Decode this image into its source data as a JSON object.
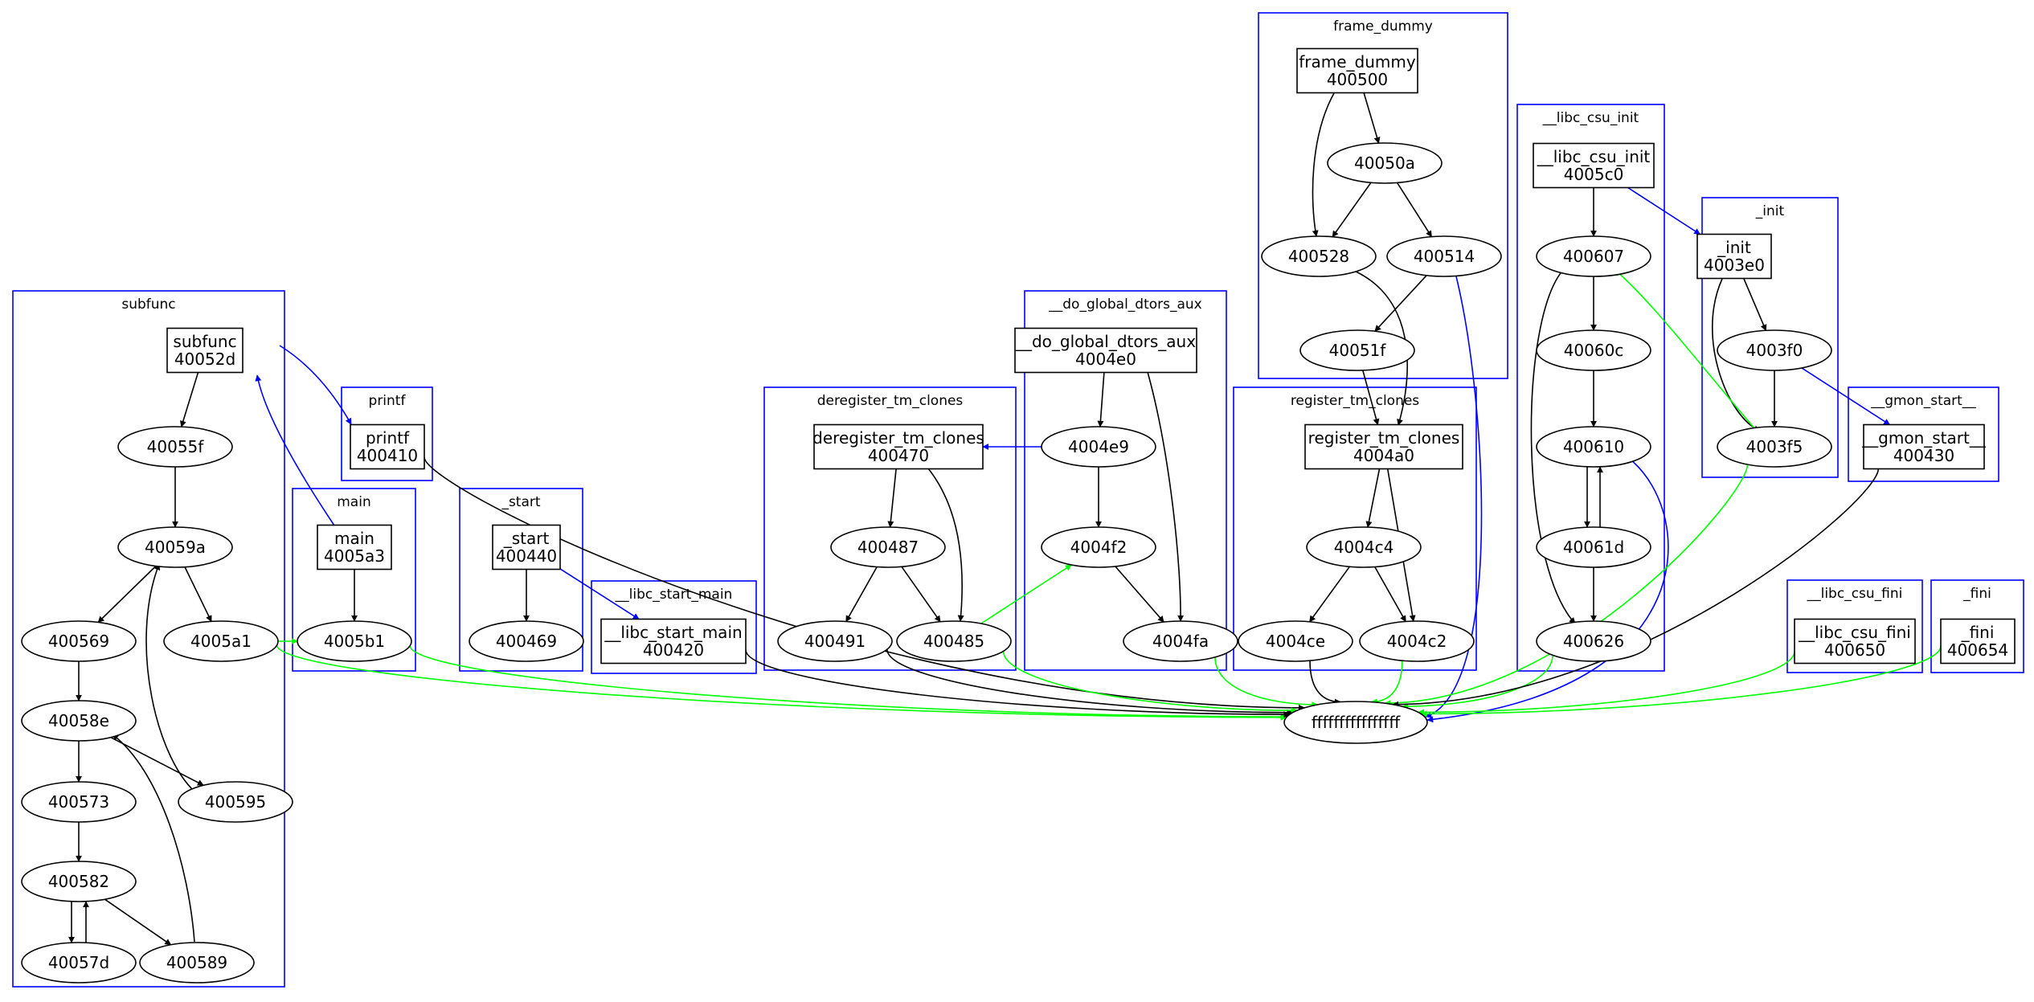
{
  "clusters": [
    {
      "id": "subfunc",
      "label": "subfunc"
    },
    {
      "id": "printf",
      "label": "printf"
    },
    {
      "id": "main",
      "label": "main"
    },
    {
      "id": "start",
      "label": "_start"
    },
    {
      "id": "libc_start_main",
      "label": "__libc_start_main"
    },
    {
      "id": "deregister_tm_clones",
      "label": "deregister_tm_clones"
    },
    {
      "id": "do_global_dtors_aux",
      "label": "__do_global_dtors_aux"
    },
    {
      "id": "frame_dummy",
      "label": "frame_dummy"
    },
    {
      "id": "register_tm_clones",
      "label": "register_tm_clones"
    },
    {
      "id": "libc_csu_init",
      "label": "__libc_csu_init"
    },
    {
      "id": "init",
      "label": "_init"
    },
    {
      "id": "gmon_start",
      "label": "__gmon_start__"
    },
    {
      "id": "libc_csu_fini",
      "label": "__libc_csu_fini"
    },
    {
      "id": "fini",
      "label": "_fini"
    }
  ],
  "nodes": [
    {
      "id": "subfunc_entry",
      "shape": "box",
      "lines": [
        "subfunc",
        "40052d"
      ]
    },
    {
      "id": "40055f",
      "shape": "ellipse",
      "lines": [
        "40055f"
      ]
    },
    {
      "id": "40059a",
      "shape": "ellipse",
      "lines": [
        "40059a"
      ]
    },
    {
      "id": "400569",
      "shape": "ellipse",
      "lines": [
        "400569"
      ]
    },
    {
      "id": "4005a1",
      "shape": "ellipse",
      "lines": [
        "4005a1"
      ]
    },
    {
      "id": "40058e",
      "shape": "ellipse",
      "lines": [
        "40058e"
      ]
    },
    {
      "id": "400573",
      "shape": "ellipse",
      "lines": [
        "400573"
      ]
    },
    {
      "id": "400595",
      "shape": "ellipse",
      "lines": [
        "400595"
      ]
    },
    {
      "id": "400582",
      "shape": "ellipse",
      "lines": [
        "400582"
      ]
    },
    {
      "id": "40057d",
      "shape": "ellipse",
      "lines": [
        "40057d"
      ]
    },
    {
      "id": "400589",
      "shape": "ellipse",
      "lines": [
        "400589"
      ]
    },
    {
      "id": "printf_entry",
      "shape": "box",
      "lines": [
        "printf",
        "400410"
      ]
    },
    {
      "id": "main_entry",
      "shape": "box",
      "lines": [
        "main",
        "4005a3"
      ]
    },
    {
      "id": "4005b1",
      "shape": "ellipse",
      "lines": [
        "4005b1"
      ]
    },
    {
      "id": "start_entry",
      "shape": "box",
      "color": "#ff0000",
      "lines": [
        "_start",
        "400440"
      ]
    },
    {
      "id": "400469",
      "shape": "ellipse",
      "lines": [
        "400469"
      ]
    },
    {
      "id": "libc_start_main_entry",
      "shape": "box",
      "lines": [
        "__libc_start_main",
        "400420"
      ]
    },
    {
      "id": "deregister_entry",
      "shape": "box",
      "lines": [
        "deregister_tm_clones",
        "400470"
      ]
    },
    {
      "id": "400487",
      "shape": "ellipse",
      "lines": [
        "400487"
      ]
    },
    {
      "id": "400491",
      "shape": "ellipse",
      "lines": [
        "400491"
      ]
    },
    {
      "id": "400485",
      "shape": "ellipse",
      "lines": [
        "400485"
      ]
    },
    {
      "id": "dtors_entry",
      "shape": "box",
      "lines": [
        "__do_global_dtors_aux",
        "4004e0"
      ]
    },
    {
      "id": "4004e9",
      "shape": "ellipse",
      "lines": [
        "4004e9"
      ]
    },
    {
      "id": "4004f2",
      "shape": "ellipse",
      "lines": [
        "4004f2"
      ]
    },
    {
      "id": "4004fa",
      "shape": "ellipse",
      "lines": [
        "4004fa"
      ]
    },
    {
      "id": "frame_dummy_entry",
      "shape": "box",
      "lines": [
        "frame_dummy",
        "400500"
      ]
    },
    {
      "id": "40050a",
      "shape": "ellipse",
      "lines": [
        "40050a"
      ]
    },
    {
      "id": "400528",
      "shape": "ellipse",
      "lines": [
        "400528"
      ]
    },
    {
      "id": "400514",
      "shape": "ellipse",
      "lines": [
        "400514"
      ]
    },
    {
      "id": "40051f",
      "shape": "ellipse",
      "lines": [
        "40051f"
      ]
    },
    {
      "id": "register_entry",
      "shape": "box",
      "lines": [
        "register_tm_clones",
        "4004a0"
      ]
    },
    {
      "id": "4004c4",
      "shape": "ellipse",
      "lines": [
        "4004c4"
      ]
    },
    {
      "id": "4004ce",
      "shape": "ellipse",
      "lines": [
        "4004ce"
      ]
    },
    {
      "id": "4004c2",
      "shape": "ellipse",
      "lines": [
        "4004c2"
      ]
    },
    {
      "id": "csu_init_entry",
      "shape": "box",
      "lines": [
        "__libc_csu_init",
        "4005c0"
      ]
    },
    {
      "id": "400607",
      "shape": "ellipse",
      "lines": [
        "400607"
      ]
    },
    {
      "id": "40060c",
      "shape": "ellipse",
      "lines": [
        "40060c"
      ]
    },
    {
      "id": "400610",
      "shape": "ellipse",
      "lines": [
        "400610"
      ]
    },
    {
      "id": "40061d",
      "shape": "ellipse",
      "lines": [
        "40061d"
      ]
    },
    {
      "id": "400626",
      "shape": "ellipse",
      "lines": [
        "400626"
      ]
    },
    {
      "id": "init_entry",
      "shape": "box",
      "lines": [
        "_init",
        "4003e0"
      ]
    },
    {
      "id": "4003f0",
      "shape": "ellipse",
      "lines": [
        "4003f0"
      ]
    },
    {
      "id": "4003f5",
      "shape": "ellipse",
      "lines": [
        "4003f5"
      ]
    },
    {
      "id": "gmon_entry",
      "shape": "box",
      "lines": [
        "__gmon_start__",
        "400430"
      ]
    },
    {
      "id": "csu_fini_entry",
      "shape": "box",
      "lines": [
        "__libc_csu_fini",
        "400650"
      ]
    },
    {
      "id": "fini_entry",
      "shape": "box",
      "lines": [
        "_fini",
        "400654"
      ]
    },
    {
      "id": "ffff",
      "shape": "ellipse",
      "lines": [
        "ffffffffffffffff"
      ]
    }
  ],
  "edge_colors": {
    "flow": "#000000",
    "call": "#0000ff",
    "return": "#00ff00"
  },
  "edges": [
    {
      "from": "subfunc_entry",
      "to": "40055f",
      "kind": "flow"
    },
    {
      "from": "40055f",
      "to": "40059a",
      "kind": "flow"
    },
    {
      "from": "40059a",
      "to": "400569",
      "kind": "flow"
    },
    {
      "from": "40059a",
      "to": "4005a1",
      "kind": "flow"
    },
    {
      "from": "400569",
      "to": "40058e",
      "kind": "flow"
    },
    {
      "from": "40058e",
      "to": "400573",
      "kind": "flow"
    },
    {
      "from": "40058e",
      "to": "400595",
      "kind": "flow"
    },
    {
      "from": "400595",
      "to": "40059a",
      "kind": "flow"
    },
    {
      "from": "400573",
      "to": "400582",
      "kind": "flow"
    },
    {
      "from": "400582",
      "to": "40057d",
      "kind": "flow"
    },
    {
      "from": "40057d",
      "to": "400582",
      "kind": "flow"
    },
    {
      "from": "400582",
      "to": "400589",
      "kind": "flow"
    },
    {
      "from": "400589",
      "to": "40058e",
      "kind": "flow"
    },
    {
      "from": "subfunc_entry",
      "to": "printf_entry",
      "kind": "call"
    },
    {
      "from": "main_entry",
      "to": "subfunc_entry",
      "kind": "call"
    },
    {
      "from": "main_entry",
      "to": "4005b1",
      "kind": "flow"
    },
    {
      "from": "4005a1",
      "to": "4005b1",
      "kind": "return"
    },
    {
      "from": "start_entry",
      "to": "400469",
      "kind": "flow"
    },
    {
      "from": "start_entry",
      "to": "libc_start_main_entry",
      "kind": "call"
    },
    {
      "from": "deregister_entry",
      "to": "400487",
      "kind": "flow"
    },
    {
      "from": "deregister_entry",
      "to": "400485",
      "kind": "flow"
    },
    {
      "from": "400487",
      "to": "400491",
      "kind": "flow"
    },
    {
      "from": "400487",
      "to": "400485",
      "kind": "flow"
    },
    {
      "from": "dtors_entry",
      "to": "4004e9",
      "kind": "flow"
    },
    {
      "from": "dtors_entry",
      "to": "4004fa",
      "kind": "flow"
    },
    {
      "from": "4004e9",
      "to": "deregister_entry",
      "kind": "call"
    },
    {
      "from": "4004e9",
      "to": "4004f2",
      "kind": "flow"
    },
    {
      "from": "4004f2",
      "to": "4004fa",
      "kind": "flow"
    },
    {
      "from": "400485",
      "to": "4004f2",
      "kind": "return"
    },
    {
      "from": "frame_dummy_entry",
      "to": "40050a",
      "kind": "flow"
    },
    {
      "from": "frame_dummy_entry",
      "to": "400528",
      "kind": "flow"
    },
    {
      "from": "40050a",
      "to": "400528",
      "kind": "flow"
    },
    {
      "from": "40050a",
      "to": "400514",
      "kind": "flow"
    },
    {
      "from": "400514",
      "to": "40051f",
      "kind": "flow"
    },
    {
      "from": "400528",
      "to": "register_entry",
      "kind": "flow"
    },
    {
      "from": "40051f",
      "to": "register_entry",
      "kind": "flow"
    },
    {
      "from": "register_entry",
      "to": "4004c4",
      "kind": "flow"
    },
    {
      "from": "register_entry",
      "to": "4004c2",
      "kind": "flow"
    },
    {
      "from": "4004c4",
      "to": "4004ce",
      "kind": "flow"
    },
    {
      "from": "4004c4",
      "to": "4004c2",
      "kind": "flow"
    },
    {
      "from": "csu_init_entry",
      "to": "400607",
      "kind": "flow"
    },
    {
      "from": "csu_init_entry",
      "to": "init_entry",
      "kind": "call"
    },
    {
      "from": "400607",
      "to": "40060c",
      "kind": "flow"
    },
    {
      "from": "400607",
      "to": "400626",
      "kind": "flow"
    },
    {
      "from": "40060c",
      "to": "400610",
      "kind": "flow"
    },
    {
      "from": "400610",
      "to": "40061d",
      "kind": "flow"
    },
    {
      "from": "40061d",
      "to": "400610",
      "kind": "flow"
    },
    {
      "from": "40061d",
      "to": "400626",
      "kind": "flow"
    },
    {
      "from": "init_entry",
      "to": "4003f0",
      "kind": "flow"
    },
    {
      "from": "init_entry",
      "to": "4003f5",
      "kind": "flow"
    },
    {
      "from": "4003f0",
      "to": "4003f5",
      "kind": "flow"
    },
    {
      "from": "4003f0",
      "to": "gmon_entry",
      "kind": "call"
    },
    {
      "from": "4003f5",
      "to": "400607",
      "kind": "return"
    },
    {
      "from": "4005a1",
      "to": "ffff",
      "kind": "return"
    },
    {
      "from": "4005b1",
      "to": "ffff",
      "kind": "return"
    },
    {
      "from": "printf_entry",
      "to": "ffff",
      "kind": "flow"
    },
    {
      "from": "libc_start_main_entry",
      "to": "ffff",
      "kind": "flow"
    },
    {
      "from": "400491",
      "to": "ffff",
      "kind": "flow"
    },
    {
      "from": "400485",
      "to": "ffff",
      "kind": "return"
    },
    {
      "from": "4004fa",
      "to": "ffff",
      "kind": "return"
    },
    {
      "from": "400514",
      "to": "ffff",
      "kind": "call"
    },
    {
      "from": "4004ce",
      "to": "ffff",
      "kind": "flow"
    },
    {
      "from": "4004c2",
      "to": "ffff",
      "kind": "return"
    },
    {
      "from": "400610",
      "to": "ffff",
      "kind": "call"
    },
    {
      "from": "400626",
      "to": "ffff",
      "kind": "return"
    },
    {
      "from": "4003f5",
      "to": "ffff",
      "kind": "return"
    },
    {
      "from": "gmon_entry",
      "to": "ffff",
      "kind": "flow"
    },
    {
      "from": "csu_fini_entry",
      "to": "ffff",
      "kind": "return"
    },
    {
      "from": "fini_entry",
      "to": "ffff",
      "kind": "return"
    }
  ]
}
